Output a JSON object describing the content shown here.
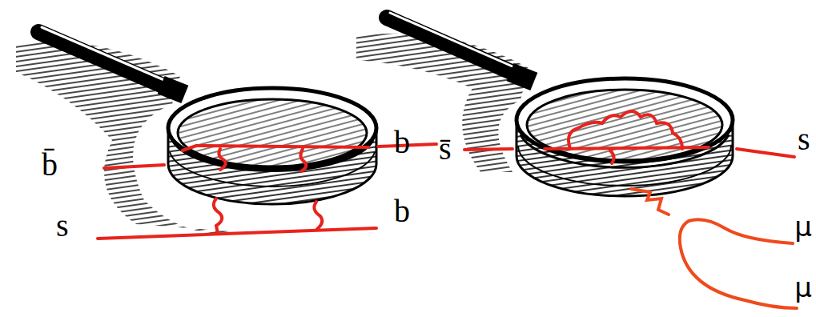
{
  "diagram": {
    "labels": [
      "b̄",
      "b",
      "s̄",
      "s",
      "s",
      "b",
      "μ",
      "μ"
    ]
  }
}
